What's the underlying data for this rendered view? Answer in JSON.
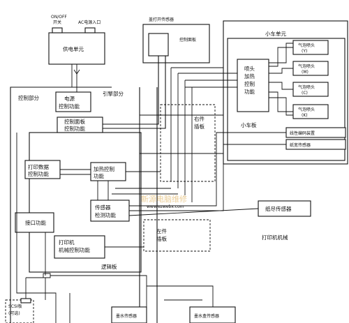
{
  "labels": {
    "on_off_l1": "ON/OFF",
    "on_off_l2": "开关",
    "ac_power": "AC电源入口",
    "power_unit": "供电单元",
    "power_ctrl_l1": "电源",
    "power_ctrl_l2": "控制功能",
    "control_part": "控制部分",
    "engine_part": "引擎部分",
    "cover_sensor": "盖打开传感器",
    "control_panel": "控制面板",
    "carriage_unit": "小车单元",
    "head_drive_l1": "喷头",
    "head_drive_l2": "加热",
    "head_drive_l3": "控制",
    "head_drive_l4": "功能",
    "carriage_board": "小车板",
    "nozzle_y_l1": "气泡喷头",
    "nozzle_y_l2": "(Y)",
    "nozzle_m_l1": "气泡喷头",
    "nozzle_m_l2": "(M)",
    "nozzle_c_l1": "气泡喷头",
    "nozzle_c_l2": "(C)",
    "nozzle_k_l1": "气泡喷头",
    "nozzle_k_l2": "(K)",
    "panel_ctrl_l1": "控制面板",
    "panel_ctrl_l2": "控制功能",
    "right_board_l1": "右件",
    "right_board_l2": "插板",
    "linear_encoder": "线性编码装置",
    "paper_width_sensor": "纸宽传感器",
    "print_data_l1": "打印数据",
    "print_data_l2": "控制功能",
    "heat_ctrl_l1": "加热控制",
    "heat_ctrl_l2": "功能",
    "sensor_detect_l1": "传感器",
    "sensor_detect_l2": "检测功能",
    "paper_end_sensor": "纸尽传感器",
    "interface_func": "接口功能",
    "left_board_l1": "左件",
    "left_board_l2": "插板",
    "printer_mech": "打印机机械",
    "mech_ctrl_l1": "打印机",
    "mech_ctrl_l2": "机械控制功能",
    "logic_board": "逻辑板",
    "scsi_l1": "SCSI板",
    "scsi_l2": "(可选)",
    "bottom_sensor_1": "墨水传感器",
    "bottom_sensor_2": "墨水盒传感器",
    "watermark_l1": "新源电脑维修",
    "watermark_l2": "www.ezwebx.com"
  }
}
